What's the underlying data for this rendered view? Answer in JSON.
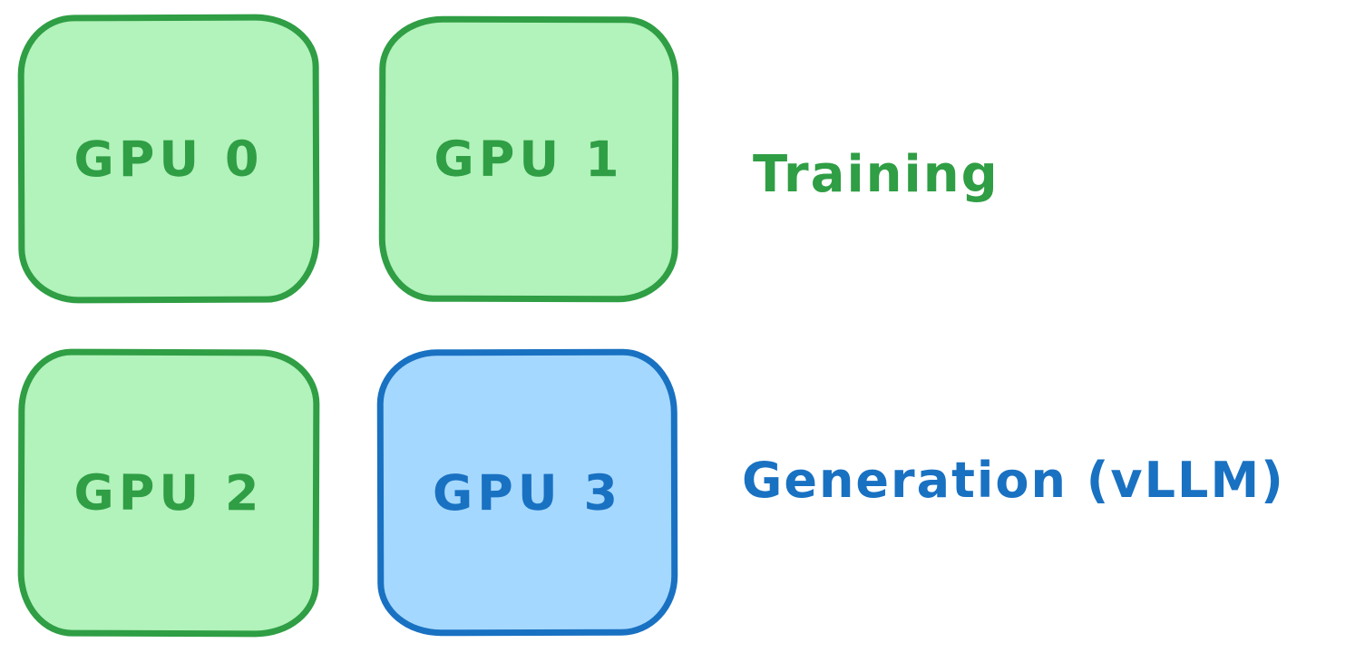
{
  "diagram": {
    "gpus": [
      {
        "label": "GPU 0",
        "role": "training"
      },
      {
        "label": "GPU 1",
        "role": "training"
      },
      {
        "label": "GPU 2",
        "role": "training"
      },
      {
        "label": "GPU 3",
        "role": "generation"
      }
    ],
    "legend": {
      "training_label": "Training",
      "generation_label": "Generation (vLLM)"
    }
  },
  "colors": {
    "training_stroke": "#2f9e44",
    "training_fill": "#b2f2bb",
    "generation_stroke": "#1971c2",
    "generation_fill": "#a5d8ff",
    "background": "#ffffff"
  }
}
